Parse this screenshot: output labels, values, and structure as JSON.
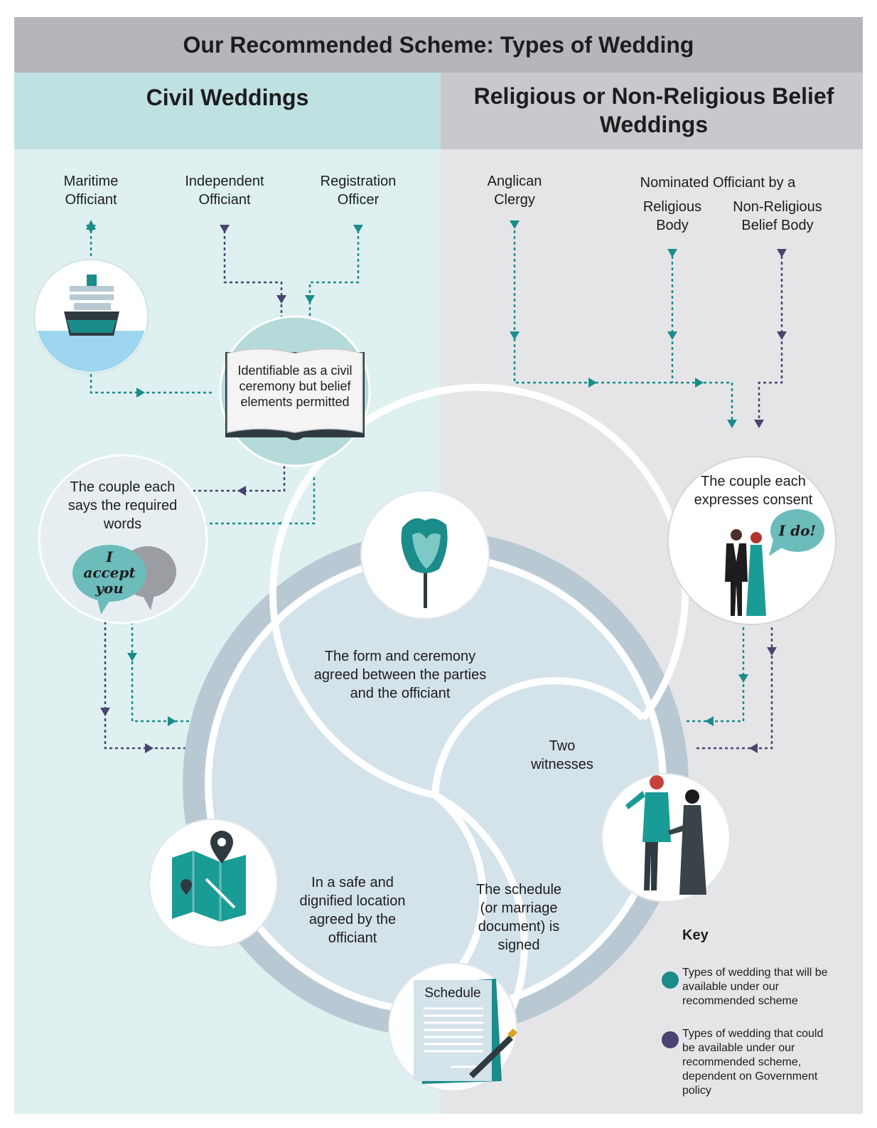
{
  "title": "Our Recommended Scheme: Types of Wedding",
  "civil": {
    "heading": "Civil Weddings",
    "officiants": [
      "Maritime\nOfficiant",
      "Independent\nOfficiant",
      "Registration\nOfficer"
    ],
    "book_text": "Identifiable as a civil ceremony but belief elements permitted",
    "couple_words": "The couple each says the required words",
    "bubble_text": "I accept you"
  },
  "religious": {
    "heading": "Religious or Non-Religious Belief Weddings",
    "anglican": "Anglican\nClergy",
    "nominated": "Nominated Officiant by a",
    "religious_body": "Religious\nBody",
    "non_religious_body": "Non-Religious\nBelief Body",
    "couple_consent": "The couple each expresses consent",
    "bubble_text": "I do!"
  },
  "elements": {
    "form": "The form and ceremony agreed between the parties and the officiant",
    "witnesses": "Two witnesses",
    "location": "In a safe and dignified location agreed by the officiant",
    "schedule": "The schedule (or marriage document) is signed",
    "schedule_doc_label": "Schedule"
  },
  "key": {
    "title": "Key",
    "items": [
      {
        "text": "Types of wedding that will be available under our recommended scheme",
        "color": "#1a8c8a"
      },
      {
        "text": "Types of wedding that could be available under our recommended scheme, dependent on Government policy",
        "color": "#4a4470"
      }
    ]
  },
  "colors": {
    "teal": "#1a8c8a",
    "purple": "#4a4470",
    "civil_bg": "#dff0f0",
    "civil_header": "#c0e1e1",
    "religious_bg": "#e5e5e8",
    "religious_header": "#c9c9cd",
    "title_bg": "#b6b5ba",
    "ring": "#b8c9d4",
    "inner": "#d4e2ea"
  }
}
